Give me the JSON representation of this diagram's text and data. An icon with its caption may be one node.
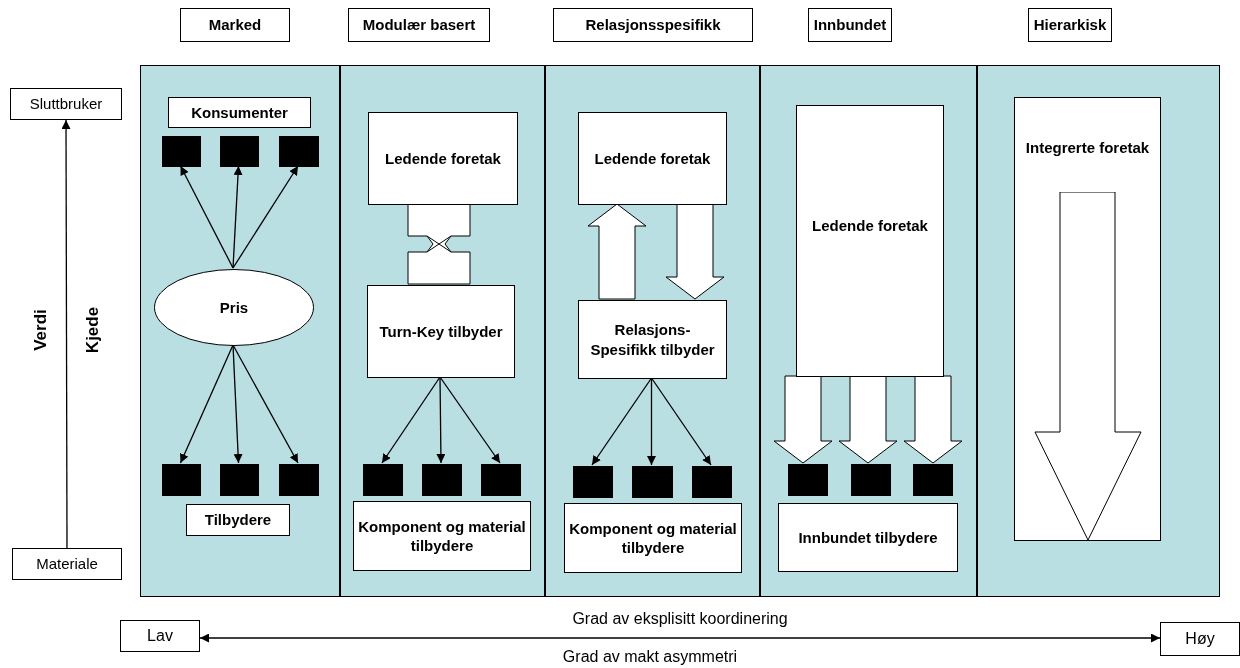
{
  "diagram": {
    "nodes": [
      {
        "text": [
          "Marked"
        ]
      },
      {
        "text": [
          "Modulær basert"
        ]
      },
      {
        "text": [
          "Relasjonsspesifikk"
        ]
      },
      {
        "text": [
          "Innbundet"
        ]
      },
      {
        "text": [
          "Hierarkisk"
        ]
      },
      {
        "text": [
          "Sluttbruker"
        ]
      },
      {
        "text": [
          "Materiale"
        ]
      },
      {
        "text": [],
        "shape": "box"
      },
      {
        "text": [],
        "shape": "box"
      },
      {
        "text": [],
        "shape": "box"
      },
      {
        "text": [],
        "shape": "box"
      },
      {
        "text": [],
        "shape": "box"
      },
      {
        "text": [
          "Konsumenter"
        ],
        "in": 7
      },
      {
        "text": [],
        "shape": "box",
        "in": 7
      },
      {
        "text": [],
        "shape": "box",
        "in": 7
      },
      {
        "text": [],
        "shape": "box",
        "in": 7
      },
      {
        "text": [
          "Pris"
        ],
        "in": 7
      },
      {
        "text": [],
        "shape": "box",
        "in": 7
      },
      {
        "text": [],
        "shape": "box",
        "in": 7
      },
      {
        "text": [],
        "shape": "box",
        "in": 7
      },
      {
        "text": [
          "Tilbydere"
        ],
        "in": 7
      },
      {
        "text": [
          "Ledende foretak"
        ],
        "in": 8
      },
      {
        "text": [
          "Turn-Key tilbyder"
        ],
        "in": 8
      },
      {
        "text": [],
        "shape": "box",
        "in": 8
      },
      {
        "text": [],
        "shape": "box",
        "in": 8
      },
      {
        "text": [],
        "shape": "box",
        "in": 8
      },
      {
        "text": [
          "Komponent og material tilbydere"
        ],
        "in": 8
      },
      {
        "text": [
          "Ledende foretak"
        ],
        "in": 9
      },
      {
        "text": [
          "Relasjons- Spesifikk tilbyder"
        ],
        "in": 9
      },
      {
        "text": [],
        "shape": "box",
        "in": 9
      },
      {
        "text": [],
        "shape": "box",
        "in": 9
      },
      {
        "text": [],
        "shape": "box",
        "in": 9
      },
      {
        "text": [
          "Komponent og material tilbydere"
        ],
        "in": 9
      },
      {
        "text": [
          "Ledende foretak"
        ],
        "in": 10
      },
      {
        "text": [],
        "shape": "box",
        "in": 10
      },
      {
        "text": [],
        "shape": "box",
        "in": 10
      },
      {
        "text": [],
        "shape": "box",
        "in": 10
      },
      {
        "text": [
          "Innbundet tilbydere"
        ],
        "in": 10
      },
      {
        "text": [
          "Integrerte foretak"
        ],
        "in": 11
      },
      {
        "text": [
          "Lav"
        ]
      },
      {
        "text": [
          "Høy"
        ]
      }
    ],
    "edges": [
      {
        "from": 6,
        "to": 5,
        "arrow": "to"
      },
      {
        "from": 16,
        "to": 13,
        "arrow": "to"
      },
      {
        "from": 16,
        "to": 14,
        "arrow": "to"
      },
      {
        "from": 16,
        "to": 15,
        "arrow": "to"
      },
      {
        "from": 16,
        "to": 17,
        "arrow": "to"
      },
      {
        "from": 16,
        "to": 18,
        "arrow": "to"
      },
      {
        "from": 16,
        "to": 19,
        "arrow": "to"
      },
      {
        "from": 21,
        "to": 22,
        "arrow": "none",
        "style": "thick"
      },
      {
        "from": 22,
        "to": 23,
        "arrow": "to"
      },
      {
        "from": 22,
        "to": 24,
        "arrow": "to"
      },
      {
        "from": 22,
        "to": 25,
        "arrow": "to"
      },
      {
        "from": 28,
        "to": 27,
        "arrow": "to",
        "style": "thick"
      },
      {
        "from": 27,
        "to": 28,
        "arrow": "to",
        "style": "thick"
      },
      {
        "from": 28,
        "to": 29,
        "arrow": "to"
      },
      {
        "from": 28,
        "to": 30,
        "arrow": "to"
      },
      {
        "from": 28,
        "to": 31,
        "arrow": "to"
      },
      {
        "from": 33,
        "to": 34,
        "arrow": "to",
        "style": "thick"
      },
      {
        "from": 33,
        "to": 35,
        "arrow": "to",
        "style": "thick"
      },
      {
        "from": 33,
        "to": 36,
        "arrow": "to",
        "style": "thick"
      },
      {
        "from": 39,
        "to": 40,
        "arrow": "both",
        "label": "Grad av eksplisitt koordinering"
      }
    ],
    "labels": [
      "Verdi",
      "Kjede",
      "Grad av makt asymmetri"
    ]
  }
}
